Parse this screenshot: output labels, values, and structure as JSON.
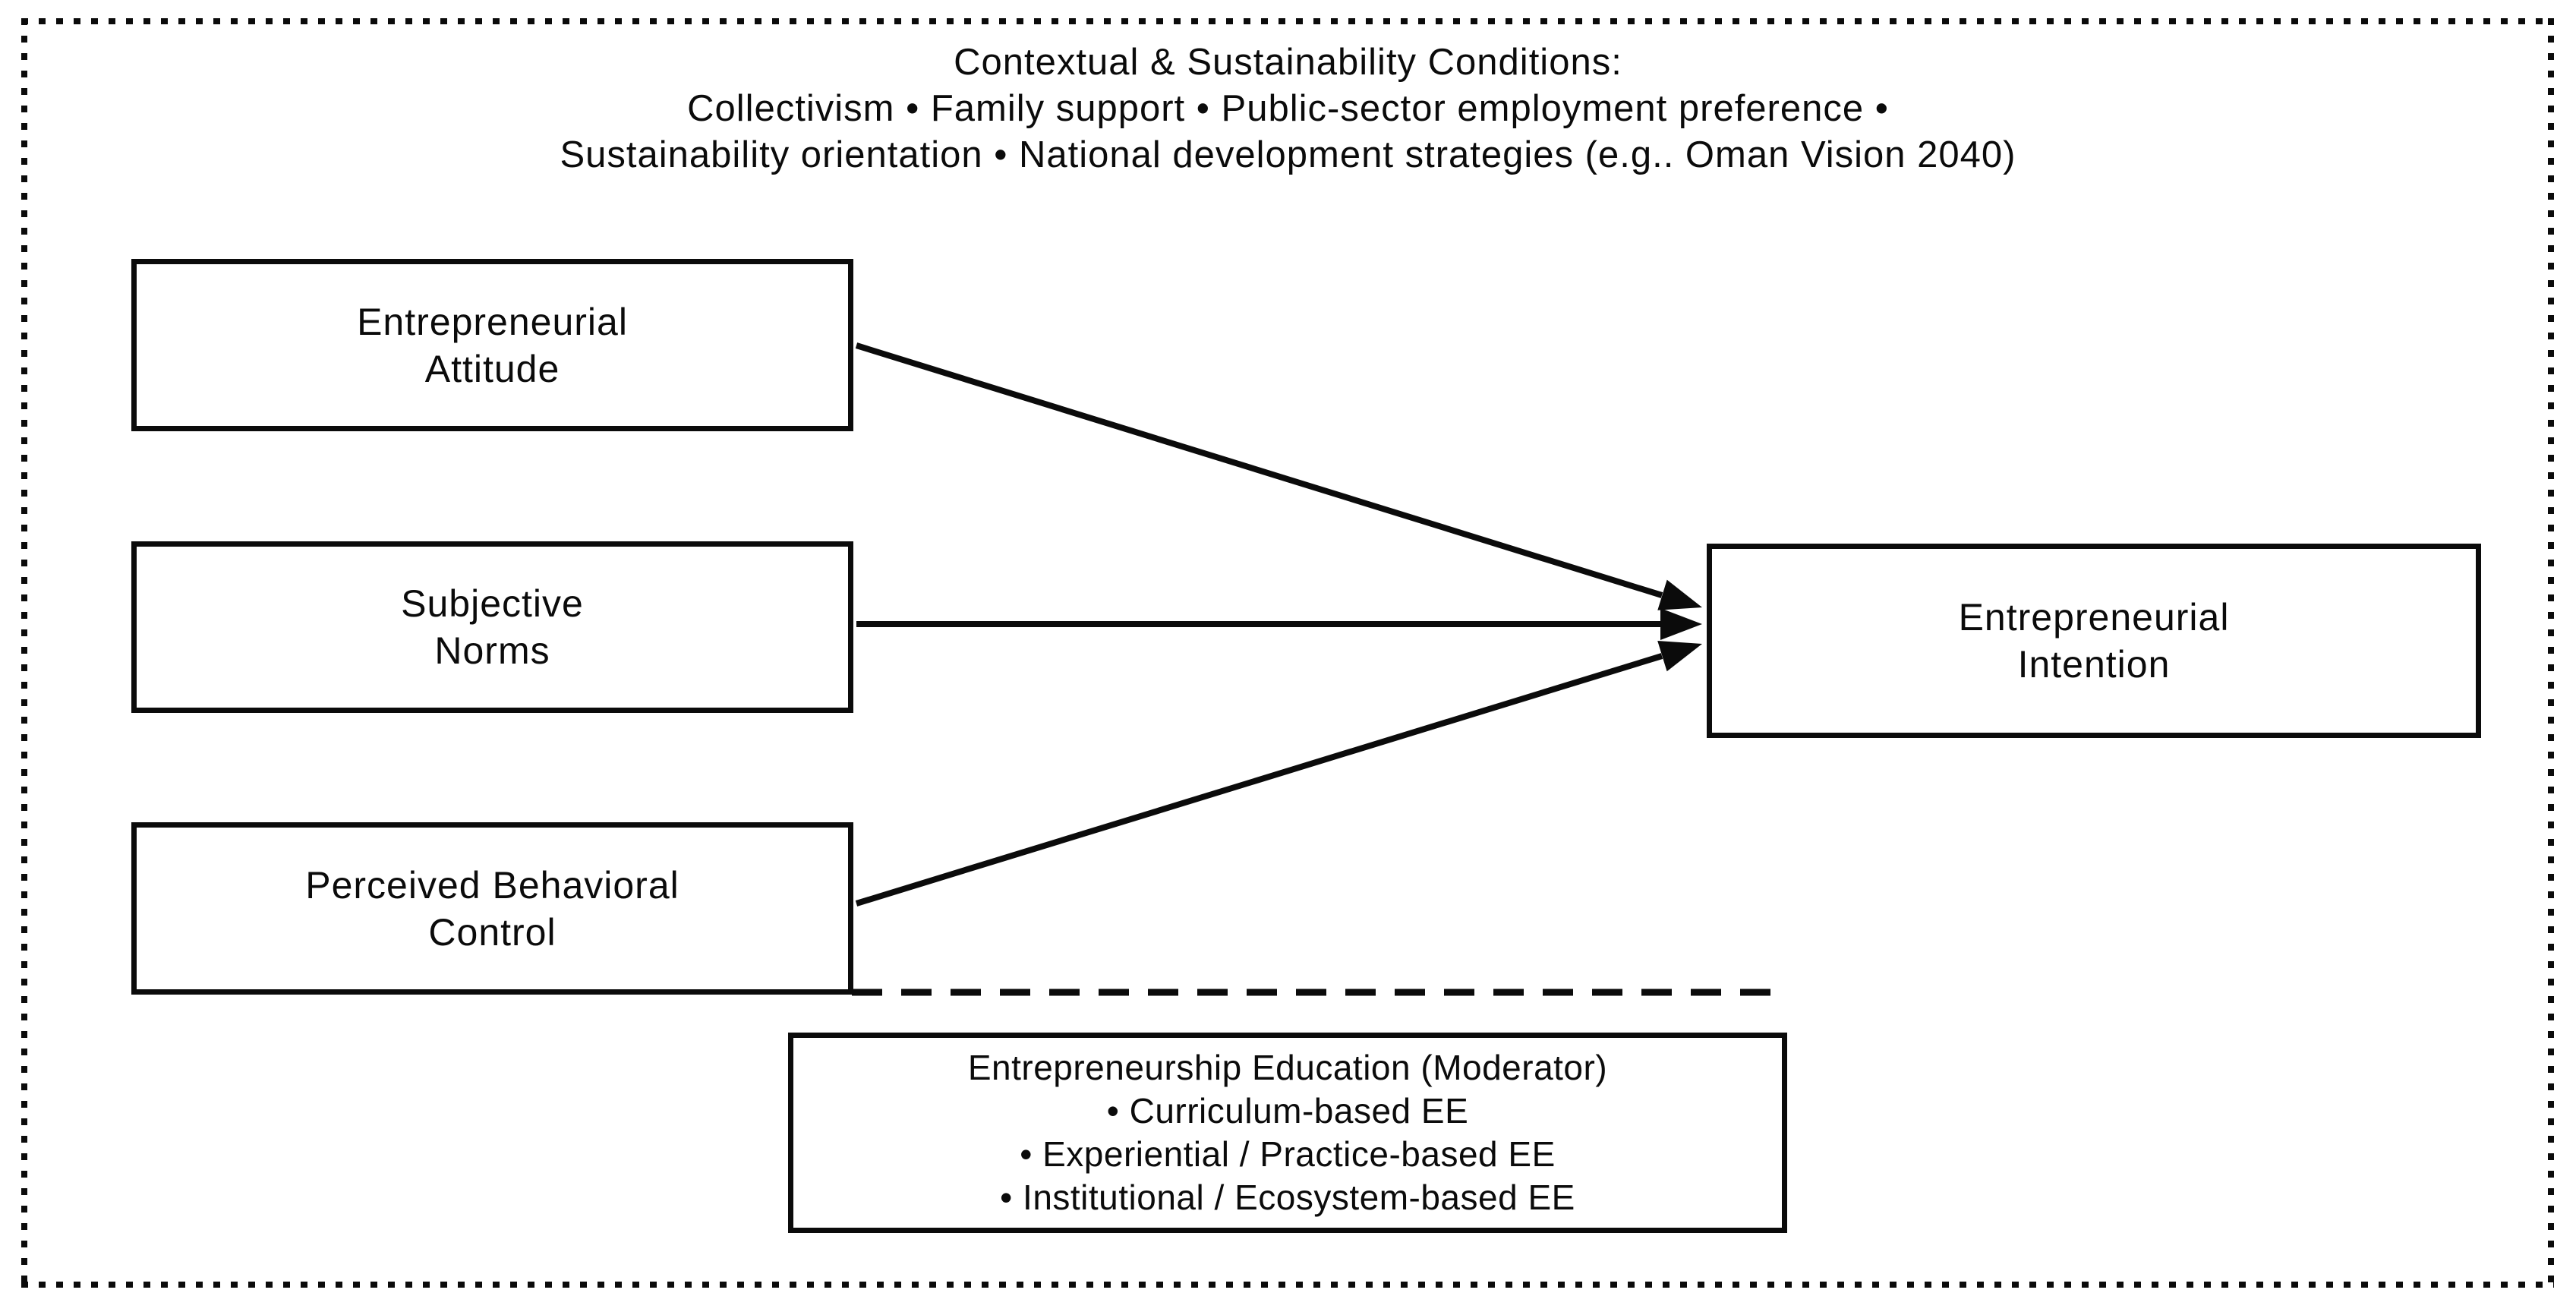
{
  "header": {
    "line1": "Contextual & Sustainability Conditions:",
    "line2": "Collectivism • Family support • Public-sector employment preference •",
    "line3": "Sustainability orientation • National development strategies (e.g.. Oman Vision 2040)"
  },
  "boxes": {
    "attitude": {
      "line1": "Entrepreneurial",
      "line2": "Attitude"
    },
    "norms": {
      "line1": "Subjective",
      "line2": "Norms"
    },
    "pbc": {
      "line1": "Perceived Behavioral",
      "line2": "Control"
    },
    "intention": {
      "line1": "Entrepreneurial",
      "line2": "Intention"
    }
  },
  "moderator": {
    "title": "Entrepreneurship Education (Moderator)",
    "items": [
      "• Curriculum-based EE",
      "• Experiential / Practice-based EE",
      "• Institutional / Ecosystem-based EE"
    ]
  },
  "relationships": {
    "arrows": [
      {
        "from": "Entrepreneurial Attitude",
        "to": "Entrepreneurial Intention"
      },
      {
        "from": "Subjective Norms",
        "to": "Entrepreneurial Intention"
      },
      {
        "from": "Perceived Behavioral Control",
        "to": "Entrepreneurial Intention"
      }
    ],
    "moderation": {
      "moderator": "Entrepreneurship Education",
      "style": "dashed-line"
    }
  },
  "colors": {
    "ink": "#0b0b0b",
    "background": "#ffffff"
  }
}
